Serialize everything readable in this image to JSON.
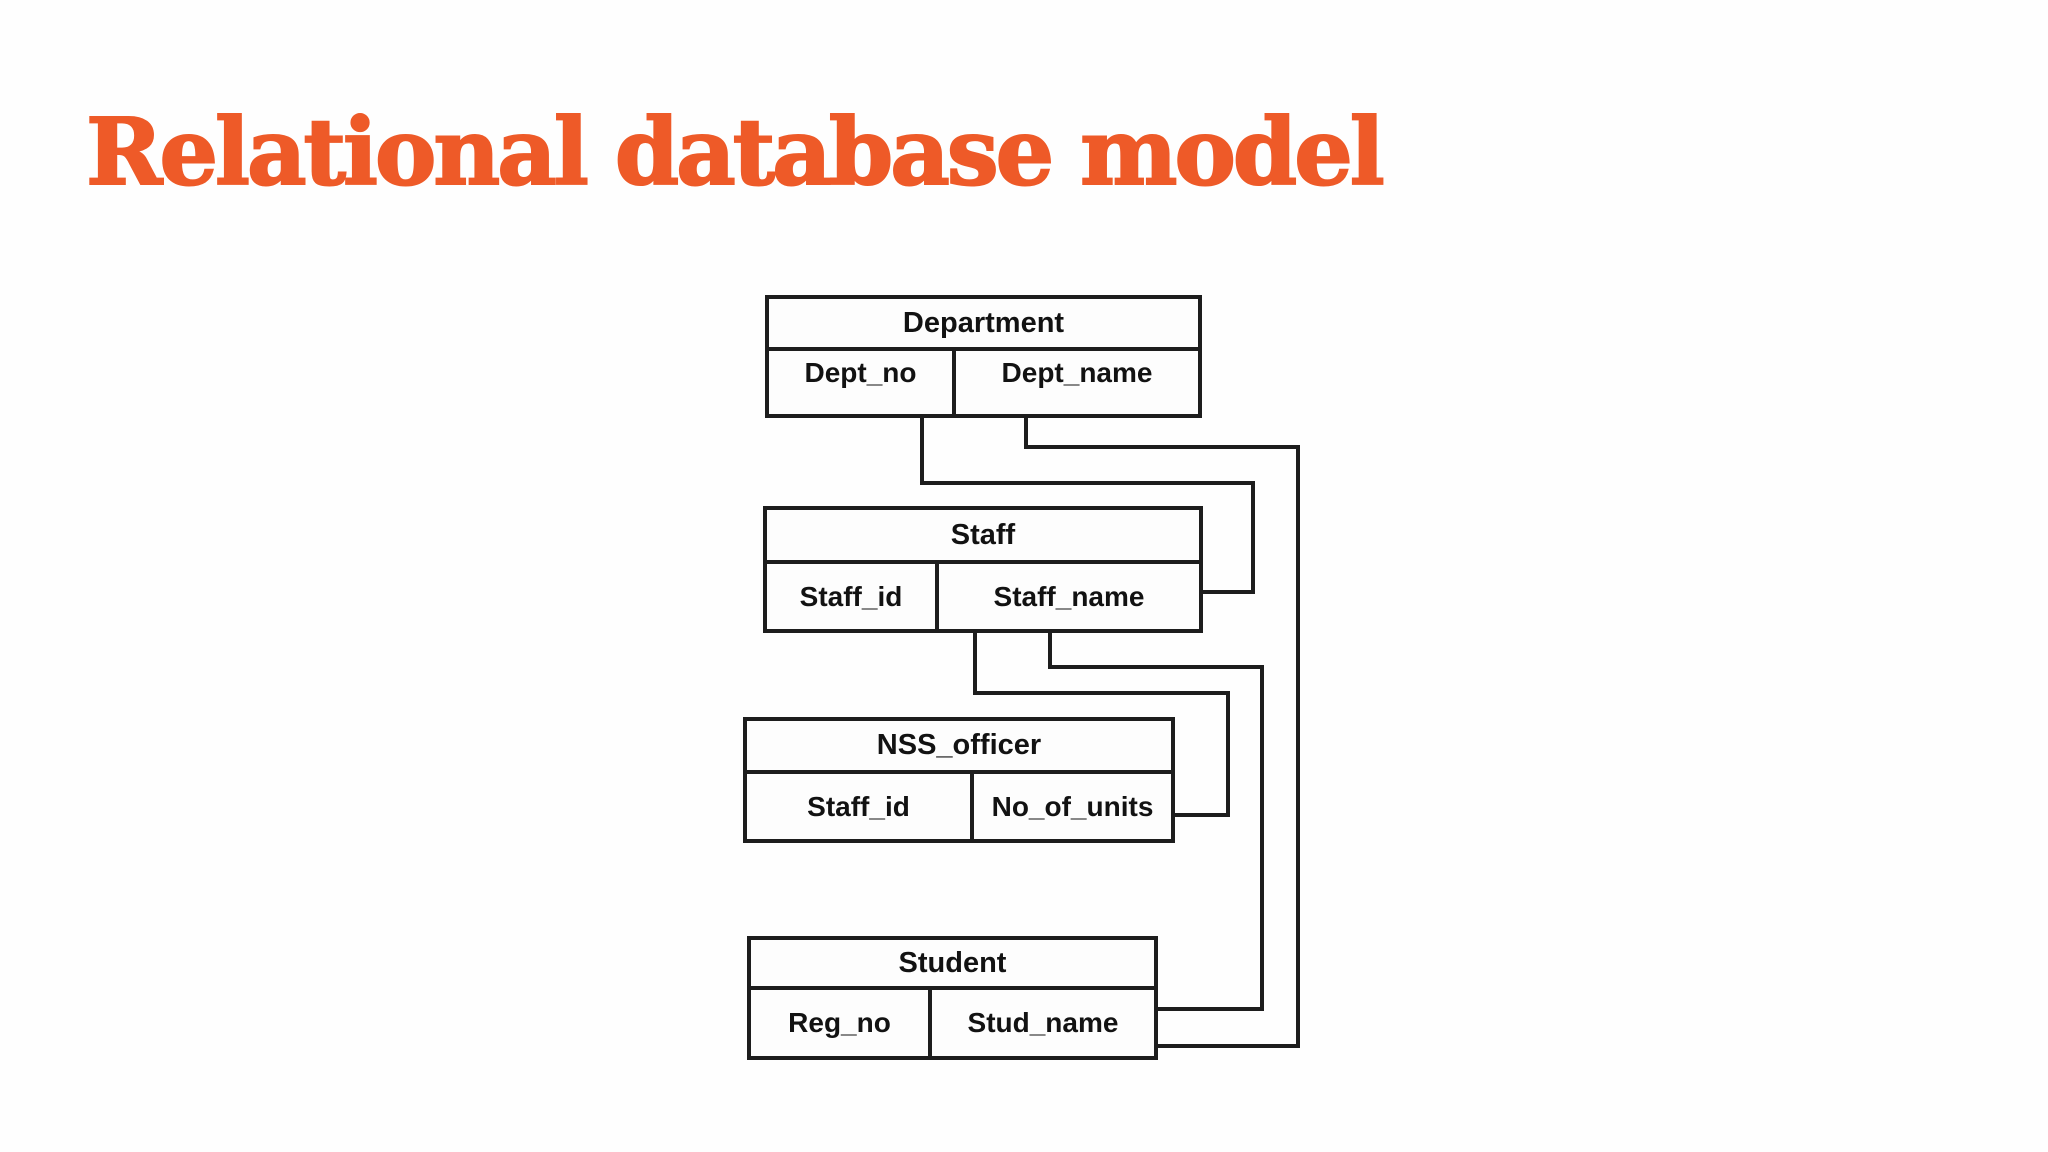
{
  "title": "Relational database model",
  "colors": {
    "title_accent": "#ee5a28",
    "line": "#1d1d1d",
    "table_fill": "#fdfdfd",
    "background": "#fefefe",
    "text": "#121212"
  },
  "diagram": {
    "tables": [
      {
        "name": "Department",
        "columns": [
          "Dept_no",
          "Dept_name"
        ]
      },
      {
        "name": "Staff",
        "columns": [
          "Staff_id",
          "Staff_name"
        ]
      },
      {
        "name": "NSS_officer",
        "columns": [
          "Staff_id",
          "No_of_units"
        ]
      },
      {
        "name": "Student",
        "columns": [
          "Reg_no",
          "Stud_name"
        ]
      }
    ],
    "relationships": [
      {
        "from": "Department.Dept_no",
        "to": "Staff"
      },
      {
        "from": "Department.Dept_name",
        "to": "Student"
      },
      {
        "from": "Staff.Staff_name",
        "to": "NSS_officer"
      },
      {
        "from": "Staff.Staff_name",
        "to": "Student"
      }
    ]
  }
}
